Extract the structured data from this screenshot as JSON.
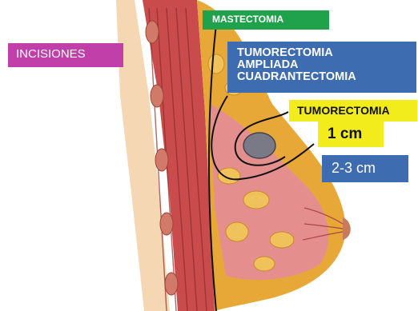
{
  "labels": {
    "incisiones": "INCISIONES",
    "mastectomia": "MASTECTOMIA",
    "tumorectomia_ampliada": [
      "TUMORECTOMIA",
      "AMPLIADA",
      "CUADRANTECTOMIA"
    ],
    "tumorectomia": "TUMORECTOMIA",
    "margin_1cm": "1 cm",
    "margin_2_3cm": "2-3 cm"
  },
  "colors": {
    "incisiones_bg": "#c03fa8",
    "mastectomia_bg": "#1fa24b",
    "ampliada_bg": "#3d6cb0",
    "tumorectomia_bg": "#f2ec1c",
    "margin_1cm_bg": "#f2ec1c",
    "margin_2_3cm_bg": "#3d6cb0",
    "muscle": "#c94b4b",
    "fat": "#e8a838",
    "gland": "#e58e8e",
    "tumor": "#7a7a86"
  }
}
